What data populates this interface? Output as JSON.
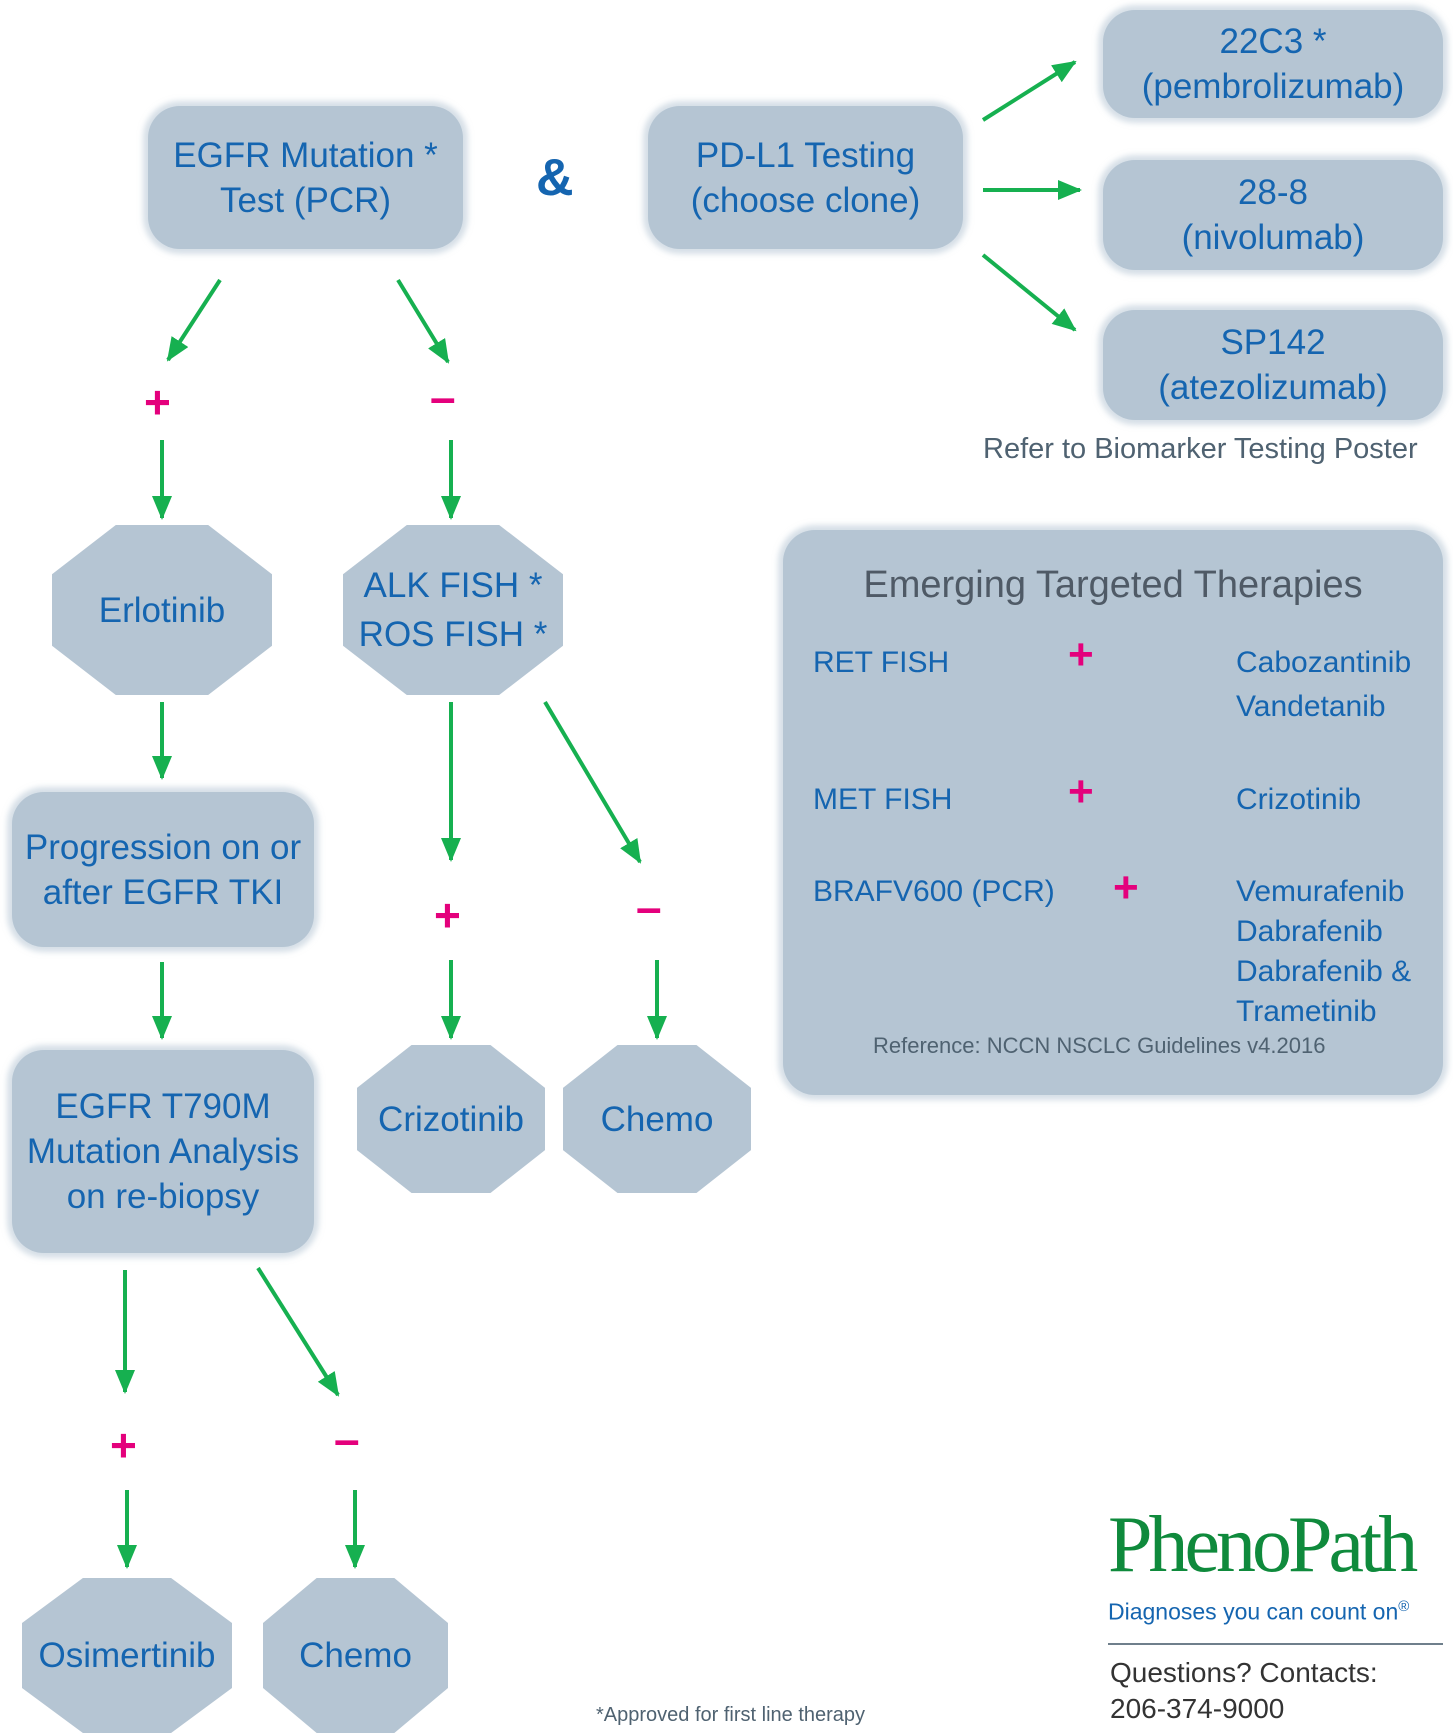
{
  "nodes": {
    "egfr_test": [
      "EGFR Mutation *",
      "Test (PCR)"
    ],
    "pdl1": [
      "PD-L1 Testing",
      "(choose clone)"
    ],
    "clone_22c3": [
      "22C3 *",
      "(pembrolizumab)"
    ],
    "clone_288": [
      "28-8",
      "(nivolumab)"
    ],
    "clone_sp142": [
      "SP142",
      "(atezolizumab)"
    ],
    "erlotinib": "Erlotinib",
    "alk_ros": [
      "ALK FISH *",
      "ROS FISH *"
    ],
    "progression": [
      "Progression on or",
      "after EGFR TKI"
    ],
    "t790m": [
      "EGFR T790M",
      "Mutation Analysis",
      "on re-biopsy"
    ],
    "crizotinib": "Crizotinib",
    "chemo": "Chemo",
    "osimertinib": "Osimertinib"
  },
  "ampersand": "&",
  "signs": {
    "plus": "+",
    "minus": "–"
  },
  "biomarker_ref": "Refer to Biomarker Testing Poster",
  "emerging": {
    "title": "Emerging Targeted Therapies",
    "rows": [
      {
        "test": "RET FISH",
        "therapies": [
          "Cabozantinib",
          "Vandetanib"
        ]
      },
      {
        "test": "MET FISH",
        "therapies": [
          "Crizotinib"
        ]
      },
      {
        "test": "BRAFV600 (PCR)",
        "therapies": [
          "Vemurafenib",
          "Dabrafenib",
          "Dabrafenib &",
          "Trametinib"
        ]
      }
    ],
    "reference": "Reference: NCCN NSCLC Guidelines v4.2016"
  },
  "footnote": "*Approved for first line therapy",
  "brand": {
    "name": "PhenoPath",
    "tagline": "Diagnoses you can count on",
    "registered": "®",
    "contact_label": "Questions? Contacts:",
    "phone": "206-374-9000"
  },
  "colors": {
    "box": "#b5c5d3",
    "text": "#1565b0",
    "arrow": "#16b050",
    "sign": "#e4007c",
    "logo": "#0f8a3c"
  }
}
